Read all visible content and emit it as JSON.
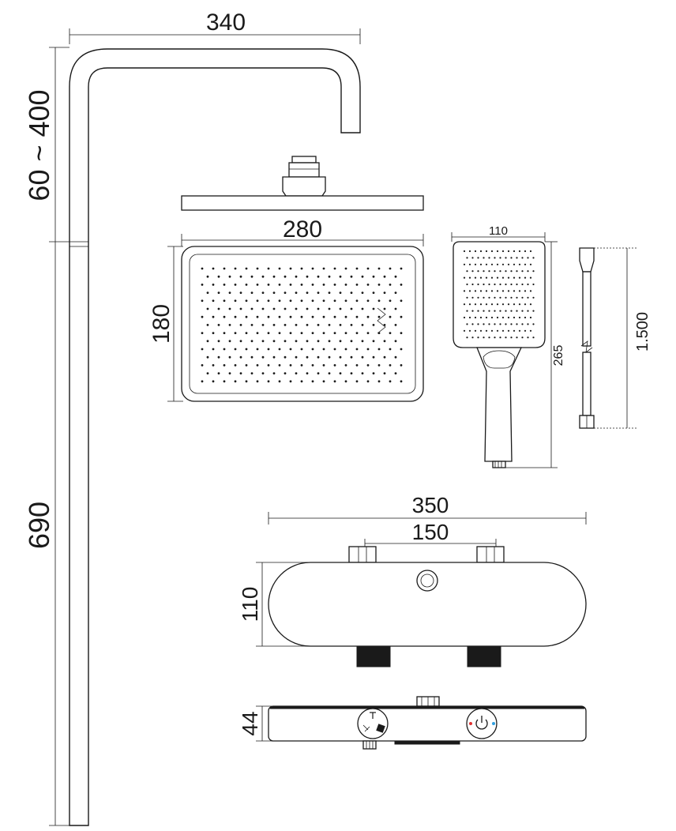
{
  "dimensions": {
    "arm_width": "340",
    "arm_drop": "60 ~ 400",
    "riser_height": "690",
    "head_width": "280",
    "head_depth": "180",
    "handheld_width": "110",
    "handheld_length": "265",
    "hose_length": "1.500",
    "mixer_width": "350",
    "inlet_spacing": "150",
    "mixer_height": "110",
    "mixer_depth": "44"
  },
  "colors": {
    "ink": "#1a1a1a",
    "hot_indicator": "#e03030",
    "cold_indicator": "#30a0e0"
  },
  "icons": {
    "diverter_knob": "shower-diverter-icon",
    "thermostat_knob": "power-icon"
  }
}
